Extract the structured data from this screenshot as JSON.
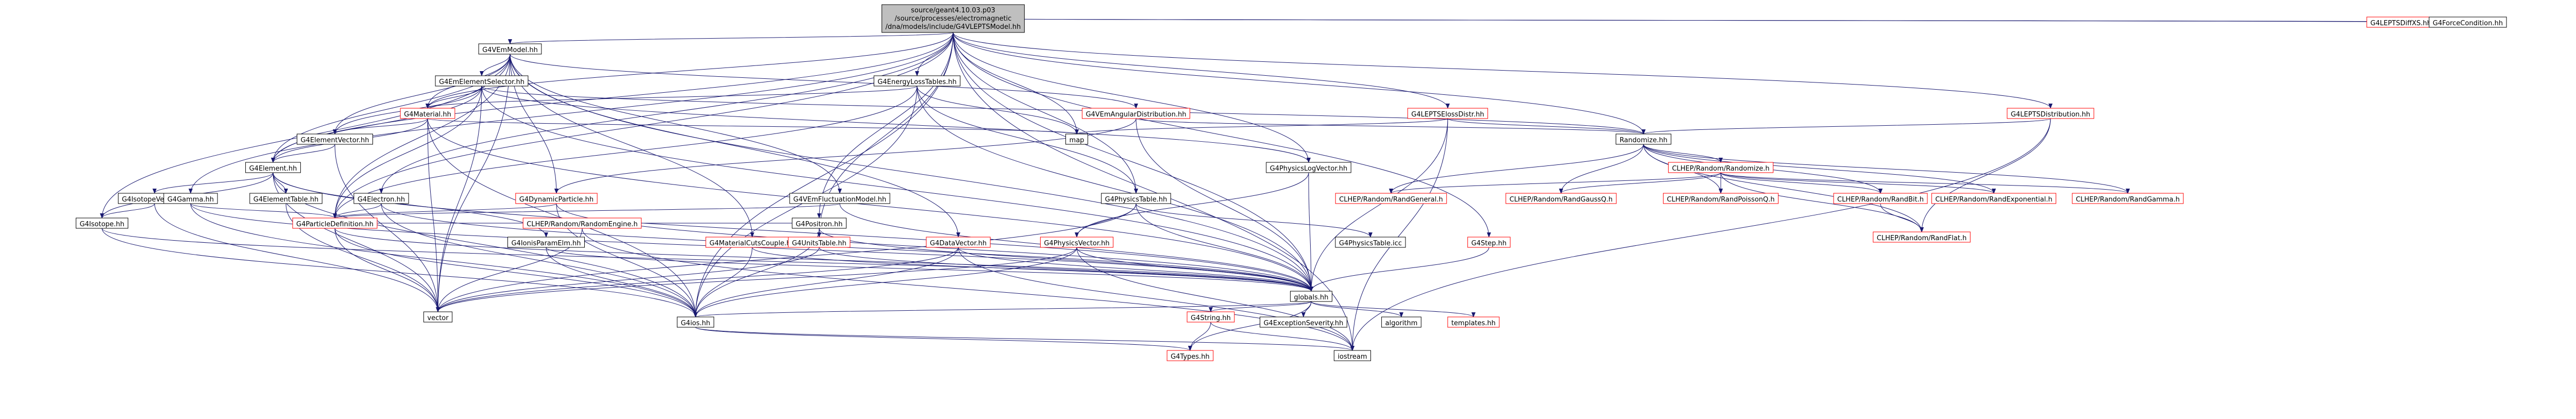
{
  "colors": {
    "edge": "#191970",
    "node_border": "#000000",
    "node_red_border": "#ff0000",
    "root_fill": "#bfbfbf",
    "node_fill": "#ffffff"
  },
  "diagram": {
    "root": {
      "id": "root",
      "lines": [
        "source/geant4.10.03.p03",
        "/source/processes/electromagnetic",
        "/dna/models/include/G4VLEPTSModel.hh"
      ]
    },
    "nodes": [
      {
        "id": "G4VEmModel",
        "label": "G4VEmModel.hh",
        "red": false
      },
      {
        "id": "G4EmElementSelector",
        "label": "G4EmElementSelector.hh",
        "red": false
      },
      {
        "id": "G4Material",
        "label": "G4Material.hh",
        "red": true
      },
      {
        "id": "G4ElementVector",
        "label": "G4ElementVector.hh",
        "red": false
      },
      {
        "id": "G4Element",
        "label": "G4Element.hh",
        "red": false
      },
      {
        "id": "G4IsotopeVector",
        "label": "G4IsotopeVector.hh",
        "red": false
      },
      {
        "id": "G4ElementTable",
        "label": "G4ElementTable.hh",
        "red": false
      },
      {
        "id": "G4Isotope",
        "label": "G4Isotope.hh",
        "red": false
      },
      {
        "id": "G4Gamma",
        "label": "G4Gamma.hh",
        "red": false
      },
      {
        "id": "G4Electron",
        "label": "G4Electron.hh",
        "red": false
      },
      {
        "id": "G4DynamicParticle",
        "label": "G4DynamicParticle.hh",
        "red": true
      },
      {
        "id": "G4ParticleDefinition",
        "label": "G4ParticleDefinition.hh",
        "red": true
      },
      {
        "id": "CLHEPRandomEngine",
        "label": "CLHEP/Random/RandomEngine.h",
        "red": true
      },
      {
        "id": "G4VEmFluctuationModel",
        "label": "G4VEmFluctuationModel.hh",
        "red": false
      },
      {
        "id": "G4IonisParamElm",
        "label": "G4IonisParamElm.hh",
        "red": false
      },
      {
        "id": "G4EnergyLossTables",
        "label": "G4EnergyLossTables.hh",
        "red": false
      },
      {
        "id": "G4VEmAngularDistribution",
        "label": "G4VEmAngularDistribution.hh",
        "red": true
      },
      {
        "id": "G4MaterialCutsCouple",
        "label": "G4MaterialCutsCouple.hh",
        "red": true
      },
      {
        "id": "G4PhysicsLogVector",
        "label": "G4PhysicsLogVector.hh",
        "red": false
      },
      {
        "id": "G4Positron",
        "label": "G4Positron.hh",
        "red": false
      },
      {
        "id": "G4PhysicsTable",
        "label": "G4PhysicsTable.hh",
        "red": false
      },
      {
        "id": "G4UnitsTable",
        "label": "G4UnitsTable.hh",
        "red": true
      },
      {
        "id": "G4DataVector",
        "label": "G4DataVector.hh",
        "red": true
      },
      {
        "id": "G4PhysicsVector",
        "label": "G4PhysicsVector.hh",
        "red": true
      },
      {
        "id": "G4PhysicsTableIcc",
        "label": "G4PhysicsTable.icc",
        "red": false
      },
      {
        "id": "G4LEPTSDiffXS",
        "label": "G4LEPTSDiffXS.hh",
        "red": true
      },
      {
        "id": "G4ForceCondition",
        "label": "G4ForceCondition.hh",
        "red": false
      },
      {
        "id": "G4LEPTSDistribution",
        "label": "G4LEPTSDistribution.hh",
        "red": true
      },
      {
        "id": "G4LEPTSElossDistr",
        "label": "G4LEPTSElossDistr.hh",
        "red": true
      },
      {
        "id": "Randomize",
        "label": "Randomize.hh",
        "red": false
      },
      {
        "id": "CLHEPRandomize",
        "label": "CLHEP/Random/Randomize.h",
        "red": true
      },
      {
        "id": "CLHEPRandGeneral",
        "label": "CLHEP/Random/RandGeneral.h",
        "red": true
      },
      {
        "id": "CLHEPRandGaussQ",
        "label": "CLHEP/Random/RandGaussQ.h",
        "red": true
      },
      {
        "id": "CLHEPRandPoissonQ",
        "label": "CLHEP/Random/RandPoissonQ.h",
        "red": true
      },
      {
        "id": "CLHEPRandBit",
        "label": "CLHEP/Random/RandBit.h",
        "red": true
      },
      {
        "id": "CLHEPRandExponential",
        "label": "CLHEP/Random/RandExponential.h",
        "red": true
      },
      {
        "id": "CLHEPRandGamma",
        "label": "CLHEP/Random/RandGamma.h",
        "red": true
      },
      {
        "id": "CLHEPRandFlat",
        "label": "CLHEP/Random/RandFlat.h",
        "red": true
      },
      {
        "id": "G4Step",
        "label": "G4Step.hh",
        "red": true
      },
      {
        "id": "map",
        "label": "map",
        "red": false
      },
      {
        "id": "vector",
        "label": "vector",
        "red": false
      },
      {
        "id": "globals",
        "label": "globals.hh",
        "red": false
      },
      {
        "id": "G4ios",
        "label": "G4ios.hh",
        "red": false
      },
      {
        "id": "G4String",
        "label": "G4String.hh",
        "red": true
      },
      {
        "id": "G4ExceptionSeverity",
        "label": "G4ExceptionSeverity.hh",
        "red": false
      },
      {
        "id": "algorithm",
        "label": "algorithm",
        "red": false
      },
      {
        "id": "templates",
        "label": "templates.hh",
        "red": true
      },
      {
        "id": "G4Types",
        "label": "G4Types.hh",
        "red": true
      },
      {
        "id": "iostream",
        "label": "iostream",
        "red": false
      }
    ],
    "edges": [
      [
        "root",
        "G4VEmModel"
      ],
      [
        "root",
        "G4EnergyLossTables"
      ],
      [
        "root",
        "map"
      ],
      [
        "root",
        "G4PhysicsLogVector"
      ],
      [
        "root",
        "G4Positron"
      ],
      [
        "root",
        "G4PhysicsTable"
      ],
      [
        "root",
        "G4UnitsTable"
      ],
      [
        "root",
        "G4LEPTSElossDistr"
      ],
      [
        "root",
        "G4LEPTSDistribution"
      ],
      [
        "root",
        "G4LEPTSDiffXS"
      ],
      [
        "root",
        "G4ForceCondition"
      ],
      [
        "root",
        "Randomize"
      ],
      [
        "root",
        "G4Step"
      ],
      [
        "root",
        "globals"
      ],
      [
        "root",
        "G4ios"
      ],
      [
        "root",
        "G4Element"
      ],
      [
        "root",
        "G4Gamma"
      ],
      [
        "root",
        "G4Electron"
      ],
      [
        "root",
        "iostream"
      ],
      [
        "root",
        "G4Material"
      ],
      [
        "root",
        "G4ParticleDefinition"
      ],
      [
        "G4VEmModel",
        "G4EmElementSelector"
      ],
      [
        "G4VEmModel",
        "G4Material"
      ],
      [
        "G4VEmModel",
        "G4ElementVector"
      ],
      [
        "G4VEmModel",
        "G4Element"
      ],
      [
        "G4VEmModel",
        "G4DynamicParticle"
      ],
      [
        "G4VEmModel",
        "G4ParticleDefinition"
      ],
      [
        "G4VEmModel",
        "G4VEmFluctuationModel"
      ],
      [
        "G4VEmModel",
        "G4VEmAngularDistribution"
      ],
      [
        "G4VEmModel",
        "G4MaterialCutsCouple"
      ],
      [
        "G4VEmModel",
        "G4DataVector"
      ],
      [
        "G4VEmModel",
        "globals"
      ],
      [
        "G4VEmModel",
        "vector"
      ],
      [
        "G4VEmModel",
        "G4Isotope"
      ],
      [
        "G4EmElementSelector",
        "G4Material"
      ],
      [
        "G4EmElementSelector",
        "G4ElementVector"
      ],
      [
        "G4EmElementSelector",
        "G4Element"
      ],
      [
        "G4EmElementSelector",
        "G4PhysicsLogVector"
      ],
      [
        "G4EmElementSelector",
        "Randomize"
      ],
      [
        "G4EmElementSelector",
        "globals"
      ],
      [
        "G4EmElementSelector",
        "G4ParticleDefinition"
      ],
      [
        "G4EmElementSelector",
        "vector"
      ],
      [
        "G4Material",
        "G4ElementVector"
      ],
      [
        "G4Material",
        "G4Element"
      ],
      [
        "G4Material",
        "vector"
      ],
      [
        "G4Material",
        "map"
      ],
      [
        "G4Material",
        "G4ios"
      ],
      [
        "G4Material",
        "globals"
      ],
      [
        "G4ElementVector",
        "G4Element"
      ],
      [
        "G4ElementVector",
        "vector"
      ],
      [
        "G4Element",
        "G4IsotopeVector"
      ],
      [
        "G4Element",
        "G4ElementTable"
      ],
      [
        "G4Element",
        "G4Isotope"
      ],
      [
        "G4Element",
        "G4IonisParamElm"
      ],
      [
        "G4Element",
        "globals"
      ],
      [
        "G4Element",
        "G4ios"
      ],
      [
        "G4Element",
        "vector"
      ],
      [
        "G4IsotopeVector",
        "G4Isotope"
      ],
      [
        "G4IsotopeVector",
        "vector"
      ],
      [
        "G4ElementTable",
        "vector"
      ],
      [
        "G4Isotope",
        "G4ios"
      ],
      [
        "G4Isotope",
        "globals"
      ],
      [
        "G4Gamma",
        "G4ParticleDefinition"
      ],
      [
        "G4Gamma",
        "G4ios"
      ],
      [
        "G4Gamma",
        "globals"
      ],
      [
        "G4Electron",
        "G4ParticleDefinition"
      ],
      [
        "G4Electron",
        "G4ios"
      ],
      [
        "G4Electron",
        "globals"
      ],
      [
        "G4DynamicParticle",
        "G4ParticleDefinition"
      ],
      [
        "G4DynamicParticle",
        "globals"
      ],
      [
        "G4DynamicParticle",
        "G4ios"
      ],
      [
        "G4ParticleDefinition",
        "vector"
      ],
      [
        "G4ParticleDefinition",
        "G4ios"
      ],
      [
        "G4ParticleDefinition",
        "globals"
      ],
      [
        "CLHEPRandomEngine",
        "iostream"
      ],
      [
        "CLHEPRandomEngine",
        "vector"
      ],
      [
        "G4VEmFluctuationModel",
        "G4ParticleDefinition"
      ],
      [
        "G4VEmFluctuationModel",
        "globals"
      ],
      [
        "G4IonisParamElm",
        "globals"
      ],
      [
        "G4IonisParamElm",
        "G4ios"
      ],
      [
        "G4EnergyLossTables",
        "G4PhysicsTable"
      ],
      [
        "G4EnergyLossTables",
        "G4ParticleDefinition"
      ],
      [
        "G4EnergyLossTables",
        "map"
      ],
      [
        "G4EnergyLossTables",
        "globals"
      ],
      [
        "G4EnergyLossTables",
        "G4Material"
      ],
      [
        "G4EnergyLossTables",
        "G4ios"
      ],
      [
        "G4VEmAngularDistribution",
        "G4DynamicParticle"
      ],
      [
        "G4VEmAngularDistribution",
        "globals"
      ],
      [
        "G4VEmAngularDistribution",
        "Randomize"
      ],
      [
        "G4MaterialCutsCouple",
        "globals"
      ],
      [
        "G4MaterialCutsCouple",
        "G4ios"
      ],
      [
        "G4PhysicsLogVector",
        "G4PhysicsVector"
      ],
      [
        "G4PhysicsLogVector",
        "globals"
      ],
      [
        "G4Positron",
        "G4ParticleDefinition"
      ],
      [
        "G4Positron",
        "globals"
      ],
      [
        "G4Positron",
        "G4ios"
      ],
      [
        "G4PhysicsTable",
        "G4PhysicsVector"
      ],
      [
        "G4PhysicsTable",
        "G4PhysicsTableIcc"
      ],
      [
        "G4PhysicsTable",
        "vector"
      ],
      [
        "G4PhysicsTable",
        "globals"
      ],
      [
        "G4UnitsTable",
        "vector"
      ],
      [
        "G4UnitsTable",
        "globals"
      ],
      [
        "G4DataVector",
        "vector"
      ],
      [
        "G4DataVector",
        "G4ios"
      ],
      [
        "G4DataVector",
        "globals"
      ],
      [
        "G4DataVector",
        "iostream"
      ],
      [
        "G4PhysicsVector",
        "globals"
      ],
      [
        "G4PhysicsVector",
        "G4ios"
      ],
      [
        "G4PhysicsVector",
        "vector"
      ],
      [
        "G4PhysicsVector",
        "iostream"
      ],
      [
        "G4LEPTSElossDistr",
        "Randomize"
      ],
      [
        "G4LEPTSElossDistr",
        "map"
      ],
      [
        "G4LEPTSElossDistr",
        "globals"
      ],
      [
        "G4LEPTSElossDistr",
        "iostream"
      ],
      [
        "G4LEPTSDistribution",
        "Randomize"
      ],
      [
        "G4LEPTSDistribution",
        "iostream"
      ],
      [
        "G4LEPTSDistribution",
        "CLHEPRandFlat"
      ],
      [
        "Randomize",
        "CLHEPRandomize"
      ],
      [
        "Randomize",
        "CLHEPRandGeneral"
      ],
      [
        "Randomize",
        "CLHEPRandGaussQ"
      ],
      [
        "Randomize",
        "CLHEPRandPoissonQ"
      ],
      [
        "Randomize",
        "CLHEPRandBit"
      ],
      [
        "Randomize",
        "CLHEPRandExponential"
      ],
      [
        "Randomize",
        "CLHEPRandGamma"
      ],
      [
        "Randomize",
        "CLHEPRandFlat"
      ],
      [
        "CLHEPRandomize",
        "CLHEPRandGeneral"
      ],
      [
        "CLHEPRandomize",
        "CLHEPRandGaussQ"
      ],
      [
        "CLHEPRandomize",
        "CLHEPRandPoissonQ"
      ],
      [
        "CLHEPRandomize",
        "CLHEPRandBit"
      ],
      [
        "CLHEPRandomize",
        "CLHEPRandExponential"
      ],
      [
        "CLHEPRandomize",
        "CLHEPRandGamma"
      ],
      [
        "CLHEPRandomize",
        "CLHEPRandFlat"
      ],
      [
        "CLHEPRandBit",
        "CLHEPRandFlat"
      ],
      [
        "G4Step",
        "globals"
      ],
      [
        "globals",
        "G4ios"
      ],
      [
        "globals",
        "G4String"
      ],
      [
        "globals",
        "G4ExceptionSeverity"
      ],
      [
        "globals",
        "algorithm"
      ],
      [
        "globals",
        "templates"
      ],
      [
        "globals",
        "G4Types"
      ],
      [
        "G4ios",
        "G4Types"
      ],
      [
        "G4ios",
        "iostream"
      ],
      [
        "G4String",
        "G4Types"
      ],
      [
        "G4String",
        "iostream"
      ]
    ]
  }
}
